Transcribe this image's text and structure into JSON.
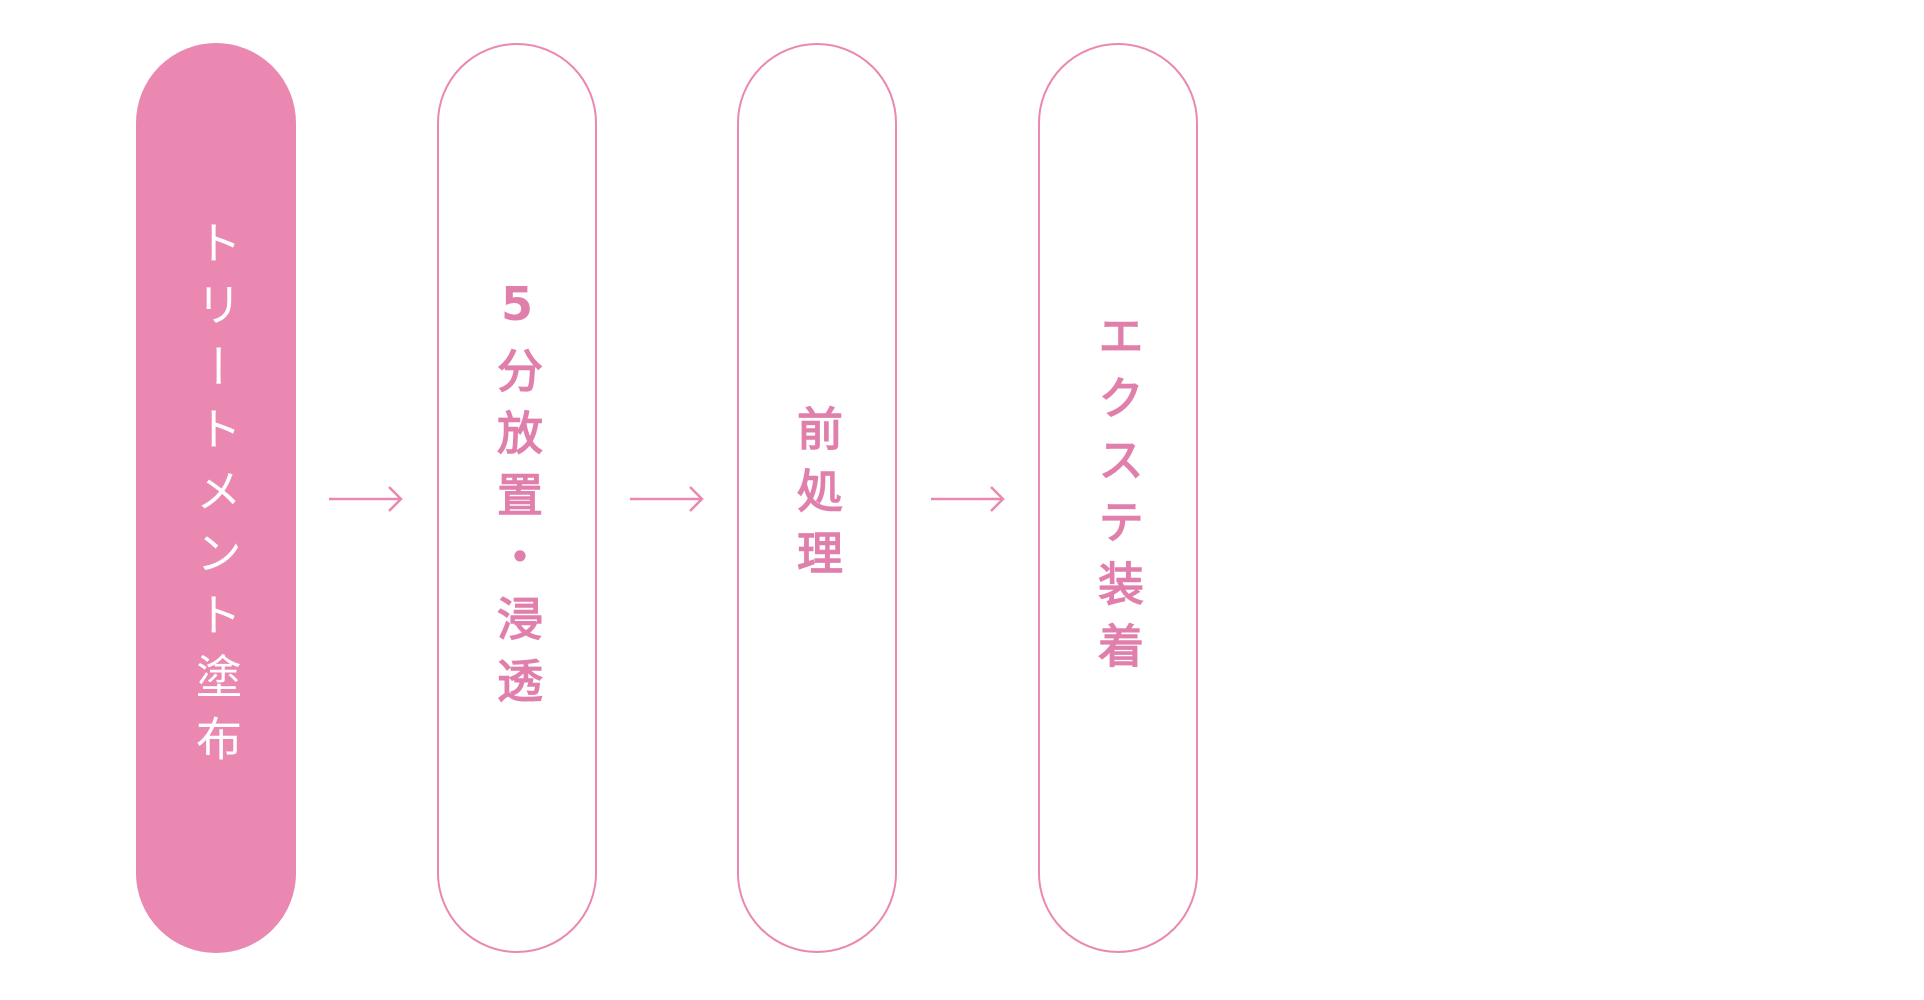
{
  "steps": [
    {
      "label": "トリートメント塗布",
      "active": true
    },
    {
      "label": "5分放置・浸透",
      "active": false
    },
    {
      "label": "前処理",
      "active": false
    },
    {
      "label": "エクステ装着",
      "active": false
    }
  ],
  "colors": {
    "accent": "#ea88b2"
  }
}
